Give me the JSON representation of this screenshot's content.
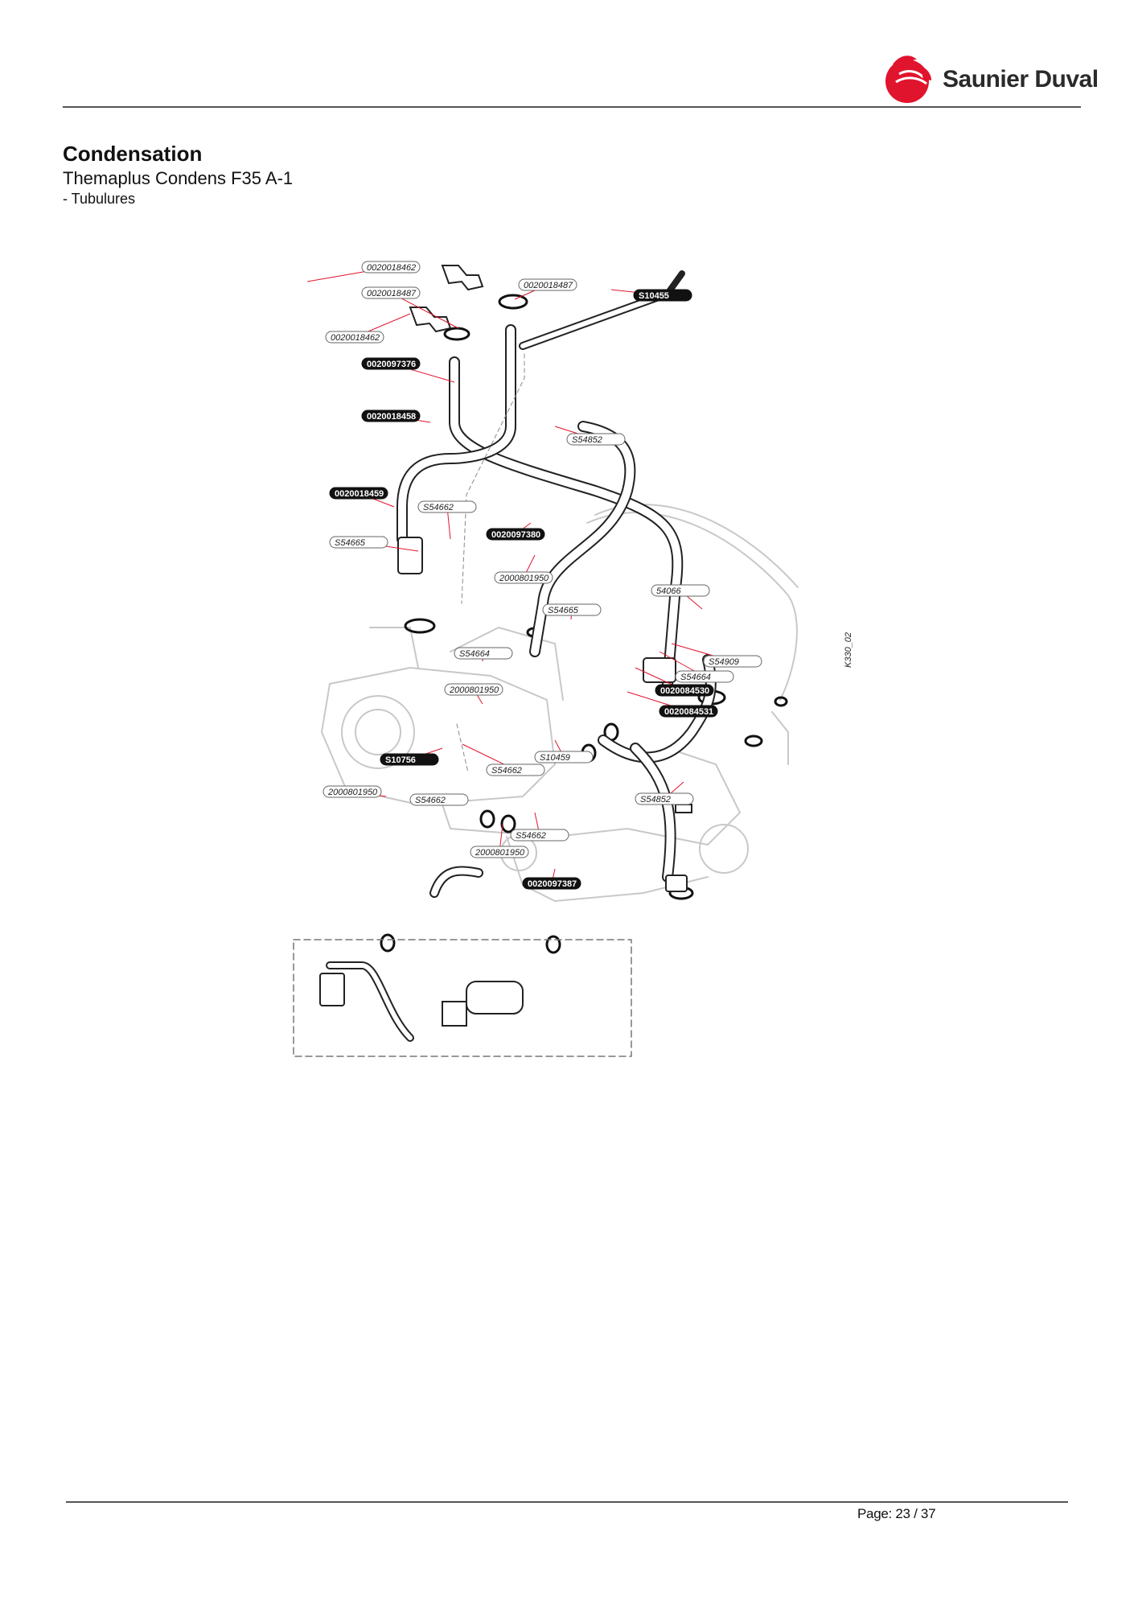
{
  "header": {
    "brand": "Saunier Duval",
    "brand_color": "#e1142d"
  },
  "doc": {
    "title": "Condensation",
    "subtitle": "Themaplus Condens F35 A-1",
    "section": "- Tubulures"
  },
  "diagram": {
    "ref": "K330_02",
    "parts": [
      {
        "label": "0020018462",
        "style": "outline"
      },
      {
        "label": "0020018487",
        "style": "outline"
      },
      {
        "label": "0020018487",
        "style": "outline"
      },
      {
        "label": "0020018462",
        "style": "outline"
      },
      {
        "label": "S10455",
        "style": "filled"
      },
      {
        "label": "0020097376",
        "style": "filled"
      },
      {
        "label": "0020018458",
        "style": "filled"
      },
      {
        "label": "S54852",
        "style": "outline"
      },
      {
        "label": "0020018459",
        "style": "filled"
      },
      {
        "label": "S54662",
        "style": "outline"
      },
      {
        "label": "0020097380",
        "style": "filled"
      },
      {
        "label": "S54665",
        "style": "outline"
      },
      {
        "label": "2000801950",
        "style": "outline"
      },
      {
        "label": "54066",
        "style": "outline"
      },
      {
        "label": "S54665",
        "style": "outline"
      },
      {
        "label": "S54664",
        "style": "outline"
      },
      {
        "label": "S54909",
        "style": "outline"
      },
      {
        "label": "S54664",
        "style": "outline"
      },
      {
        "label": "0020084530",
        "style": "filled"
      },
      {
        "label": "2000801950",
        "style": "outline"
      },
      {
        "label": "0020084531",
        "style": "filled"
      },
      {
        "label": "S10459",
        "style": "outline"
      },
      {
        "label": "S10756",
        "style": "filled"
      },
      {
        "label": "S54662",
        "style": "outline"
      },
      {
        "label": "S54852",
        "style": "outline"
      },
      {
        "label": "2000801950",
        "style": "outline"
      },
      {
        "label": "S54662",
        "style": "outline"
      },
      {
        "label": "S54662",
        "style": "outline"
      },
      {
        "label": "2000801950",
        "style": "outline"
      },
      {
        "label": "0020097387",
        "style": "filled"
      }
    ]
  },
  "footer": {
    "page": "Page: 23 / 37"
  }
}
